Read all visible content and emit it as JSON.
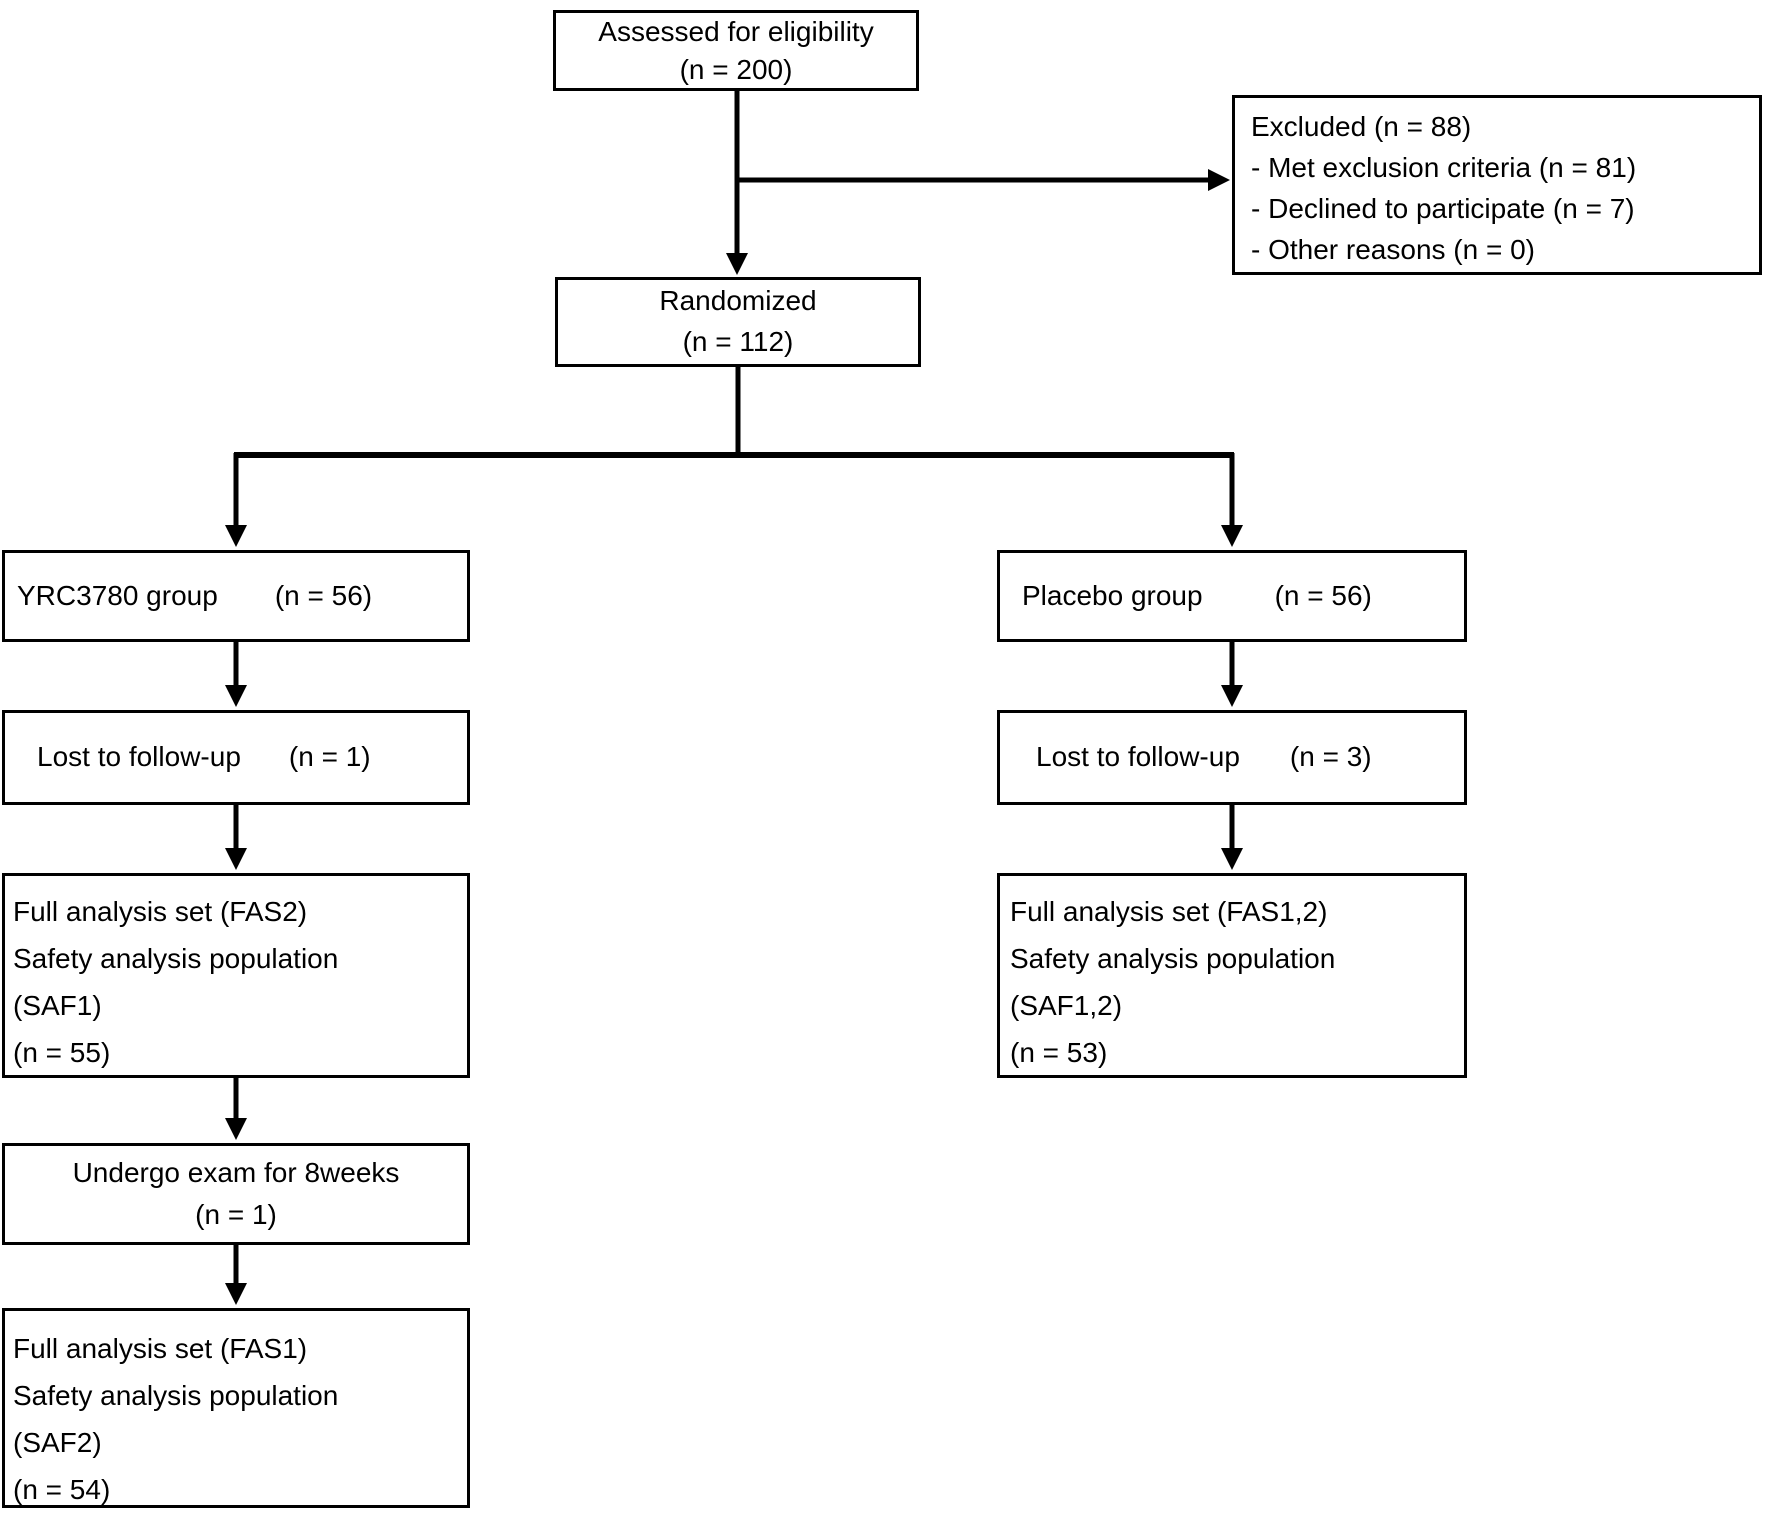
{
  "diagram": {
    "type": "consort-flow-diagram",
    "colors": {
      "box_border": "#000000",
      "background": "#ffffff",
      "text": "#000000",
      "arrow": "#000000"
    },
    "boxes": {
      "assessed": {
        "line1": "Assessed for eligibility",
        "line2": "(n = 200)"
      },
      "excluded": {
        "lines": [
          "Excluded (n = 88)",
          "- Met exclusion criteria (n = 81)",
          "- Declined to participate (n = 7)",
          "- Other reasons (n = 0)"
        ]
      },
      "randomized": {
        "line1": "Randomized",
        "line2": "(n = 112)"
      },
      "yrc_group": {
        "label": "YRC3780 group",
        "count": "(n = 56)"
      },
      "placebo_group": {
        "label": "Placebo group",
        "count": "(n = 56)"
      },
      "lost_left": {
        "label": "Lost to follow-up",
        "count": "(n = 1)"
      },
      "lost_right": {
        "label": "Lost to follow-up",
        "count": "(n = 3)"
      },
      "fas_left": {
        "lines": [
          "Full analysis set (FAS2)",
          "Safety analysis population",
          "(SAF1)",
          "(n = 55)"
        ]
      },
      "fas_right": {
        "lines": [
          "Full analysis set (FAS1,2)",
          "Safety analysis population",
          "(SAF1,2)",
          "(n = 53)"
        ]
      },
      "undergo": {
        "line1": "Undergo exam for 8weeks",
        "line2": "(n = 1)"
      },
      "fas_bottom": {
        "lines": [
          "Full analysis set (FAS1)",
          "Safety analysis population",
          "(SAF2)",
          "(n = 54)"
        ]
      }
    }
  }
}
